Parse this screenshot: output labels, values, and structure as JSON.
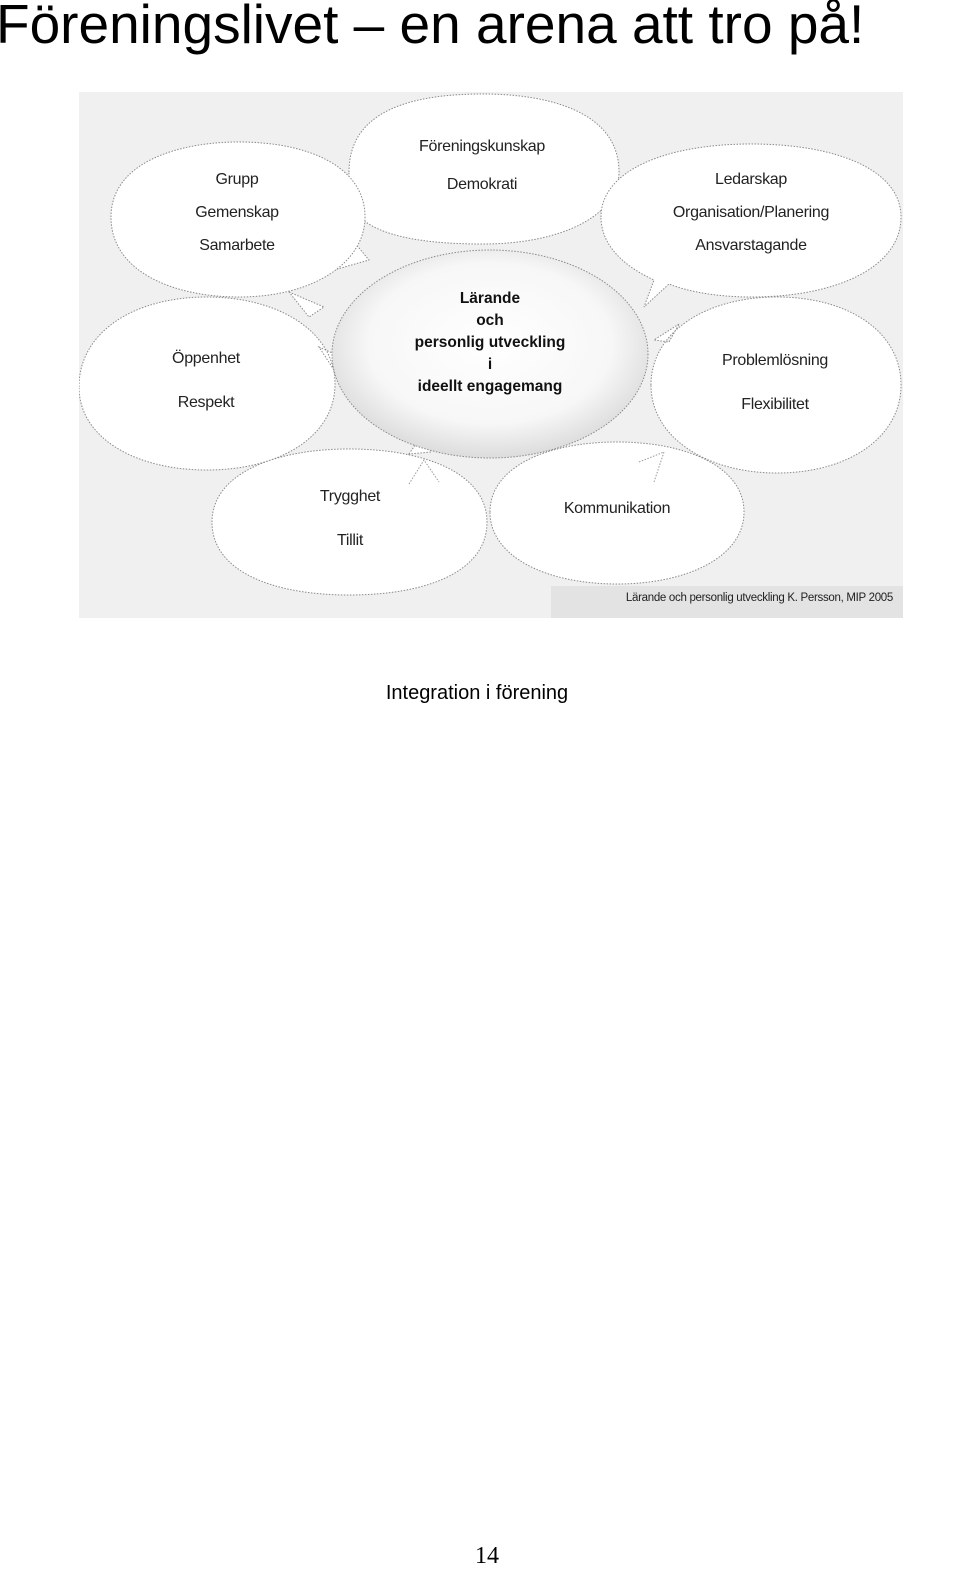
{
  "page": {
    "title": "Föreningslivet – en arena att tro på!",
    "caption": "Integration i förening",
    "page_number": "14"
  },
  "diagram": {
    "center": [
      "Lärande",
      "och",
      "personlig utveckling",
      "i",
      "ideellt engagemang"
    ],
    "bubbles": {
      "foreningskunskap": [
        "Föreningskunskap",
        "Demokrati"
      ],
      "grupp": [
        "Grupp",
        "Gemenskap",
        "Samarbete"
      ],
      "ledarskap": [
        "Ledarskap",
        "Organisation/Planering",
        "Ansvarstagande"
      ],
      "oppenhet": [
        "Öppenhet",
        "Respekt"
      ],
      "problemlosning": [
        "Problemlösning",
        "Flexibilitet"
      ],
      "trygghet": [
        "Trygghet",
        "Tillit"
      ],
      "kommunikation": [
        "Kommunikation"
      ]
    },
    "credit": "Lärande och personlig utveckling K. Persson, MIP 2005",
    "colors": {
      "background": "#f0f0f0",
      "bubble_fill": "#ffffff",
      "bubble_stroke": "#888888"
    }
  }
}
